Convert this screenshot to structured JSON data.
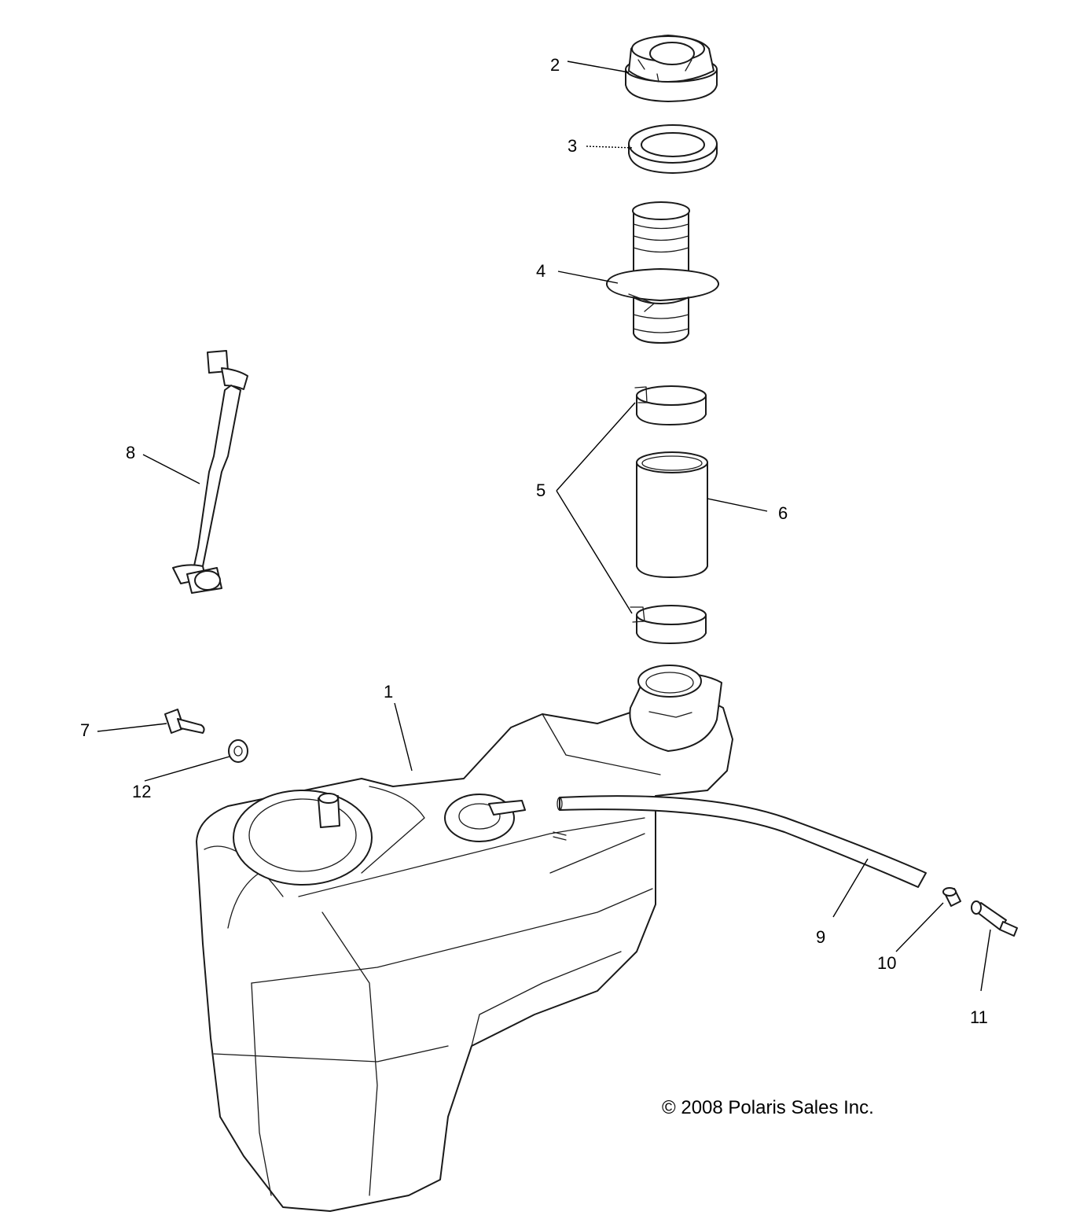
{
  "callouts": {
    "c1": "1",
    "c2": "2",
    "c3": "3",
    "c4": "4",
    "c5": "5",
    "c6": "6",
    "c7": "7",
    "c8": "8",
    "c9": "9",
    "c10": "10",
    "c11": "11",
    "c12": "12"
  },
  "copyright": "© 2008 Polaris Sales Inc."
}
